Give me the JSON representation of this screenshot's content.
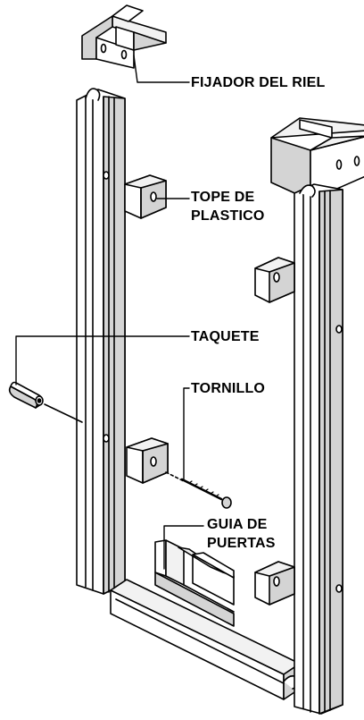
{
  "labels": {
    "rail_fixer": "FIJADOR DEL RIEL",
    "plastic_stop_line1": "TOPE DE",
    "plastic_stop_line2": "PLASTICO",
    "wall_anchor": "TAQUETE",
    "screw": "TORNILLO",
    "door_guide_line1": "GUIA DE",
    "door_guide_line2": "PUERTAS"
  },
  "colors": {
    "ink": "#000000",
    "shade": "#d4d4d4",
    "light": "#f2f2f2",
    "paper": "#ffffff"
  }
}
